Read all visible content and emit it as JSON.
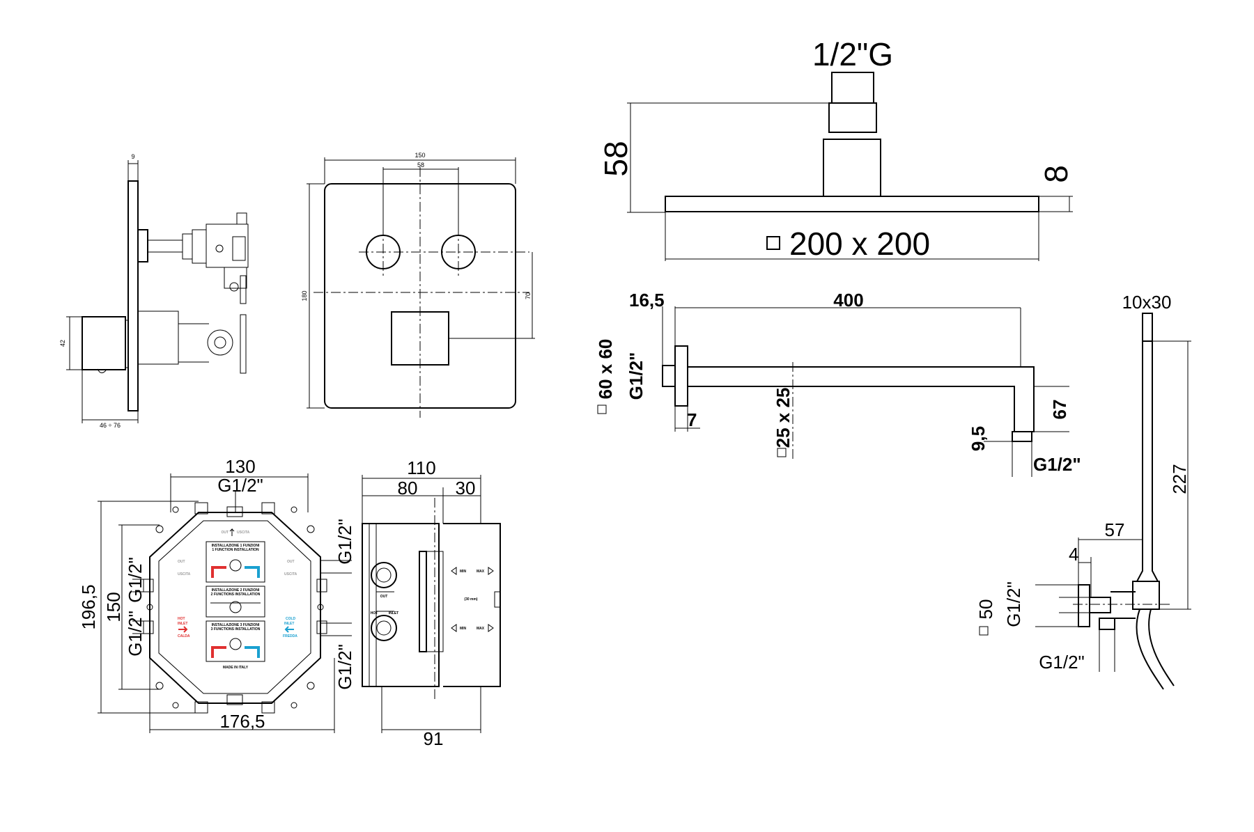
{
  "shower_head": {
    "connection": "1/2\"G",
    "height": "58",
    "plate_thickness": "8",
    "size": "200 x 200"
  },
  "shower_arm": {
    "offset": "16,5",
    "length": "400",
    "flange_size": "60 x 60",
    "thread": "G1/2\"",
    "flange_depth": "7",
    "section": "25 x 25",
    "drop": "67",
    "outlet_height": "9,5",
    "outlet_thread": "G1/2\""
  },
  "hand_shower": {
    "head_size": "10x30",
    "length": "227",
    "bracket_depth": "57",
    "gap": "4",
    "flange": "50",
    "thread_wall": "G1/2\"",
    "thread_hose": "G1/2\""
  },
  "trim_plate": {
    "plate_thickness": "9",
    "width": "150",
    "button_spacing": "58",
    "height": "180",
    "button_to_handle": "70",
    "depth_range": "46 ÷ 76",
    "handle_size": "42"
  },
  "box_front": {
    "width_top": "130",
    "top_thread": "G1/2\"",
    "height_outer": "196,5",
    "height_inner": "150",
    "left_thread_upper": "G1/2\"",
    "left_thread_lower": "G1/2\"",
    "right_thread_upper": "G1/2\"",
    "right_thread_lower": "G1/2\"",
    "width_bottom": "176,5",
    "label_1_it": "INSTALLAZIONE 1 FUNZIONI",
    "label_1_en": "1 FUNCTION INSTALLATION",
    "label_2_it": "INSTALLAZIONE 2 FUNZIONI",
    "label_2_en": "2 FUNCTIONS INSTALLATION",
    "label_3_it": "INSTALLAZIONE 3 FUNZIONI",
    "label_3_en": "3 FUNCTIONS INSTALLATION",
    "out_label": "OUT",
    "out_it": "USCITA",
    "hot_label": "HOT",
    "hot_inlet": "INLET",
    "hot_it": "CALDA",
    "cold_label": "COLD",
    "cold_inlet": "INLET",
    "cold_it": "FREDDA",
    "made_in": "MADE IN ITALY"
  },
  "box_side": {
    "total_depth": "110",
    "body_depth": "80",
    "cover_depth": "30",
    "bottom_depth": "91",
    "min_label": "MIN",
    "max_label": "MAX",
    "range": "(30 mm)",
    "hot_label": "HOT",
    "inlet_label": "INLET",
    "out_label": "OUT"
  }
}
